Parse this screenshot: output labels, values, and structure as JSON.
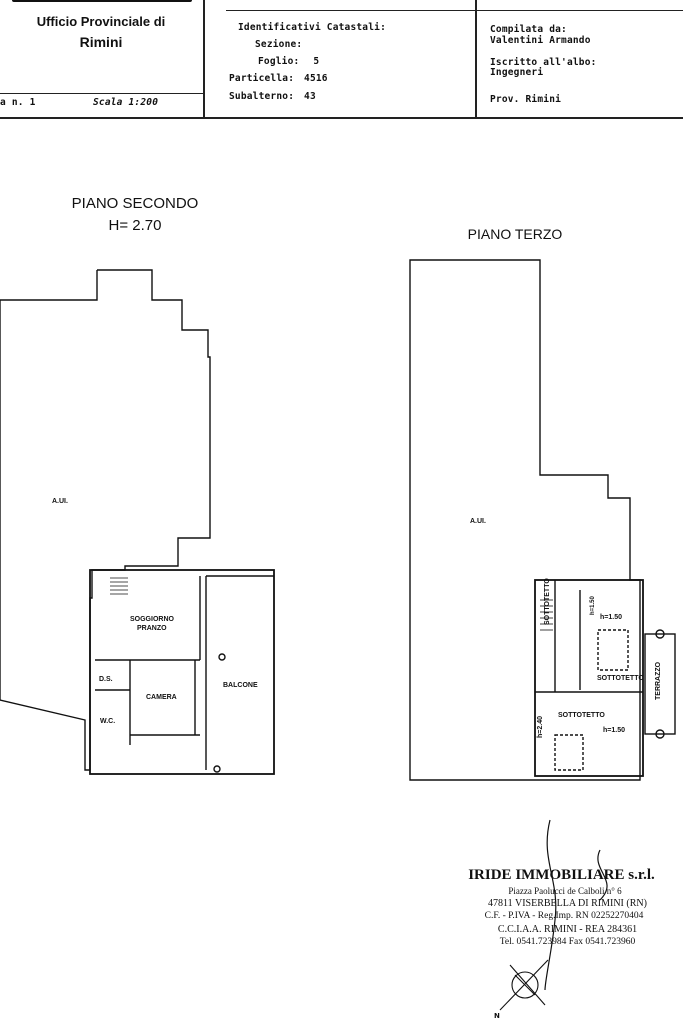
{
  "header": {
    "office_line_top": "Ufficio Provinciale di",
    "office_line_city": "Rimini",
    "sheet_left": "a n. 1",
    "scale": "Scala 1:200",
    "cadastral_title": "Identificativi Catastali:",
    "section_label": "Sezione:",
    "sheet_label": "Foglio:",
    "sheet_value": "5",
    "parcel_label": "Particella:",
    "parcel_value": "4516",
    "sub_label": "Subalterno:",
    "sub_value": "43",
    "compiled_label": "Compilata da:",
    "compiled_value": "Valentini Armando",
    "register_label": "Iscritto all'albo:",
    "register_value": "Ingegneri",
    "province": "Prov. Rimini"
  },
  "floors": {
    "second_title": "PIANO SECONDO",
    "second_height": "H= 2.70",
    "third_title": "PIANO TERZO"
  },
  "rooms": {
    "aui_left": "A.UI.",
    "aui_right": "A.UI.",
    "living_1": "SOGGIORNO",
    "living_2": "PRANZO",
    "ds": "D.S.",
    "camera": "CAMERA",
    "wc": "W.C.",
    "balcone": "BALCONE",
    "sottotetto_vertical": "SOTTOTETTO",
    "h150_a": "h=1.50",
    "sottotetto_mid": "SOTTOTETTO",
    "terrazzo": "TERRAZZO",
    "sottotetto_low": "SOTTOTETTO",
    "h240": "h=2.40",
    "h150_b": "h=1.50",
    "h150_c": "h=1.50"
  },
  "stamp": {
    "company": "IRIDE IMMOBILIARE s.r.l.",
    "address1": "Piazza Paolucci de Calboli n° 6",
    "address2": "47811 VISERBELLA DI RIMINI (RN)",
    "tax": "C.F. - P.IVA - Reg.Imp. RN 02252270404",
    "cciaa": "C.C.I.A.A. RIMINI - REA 284361",
    "phone": "Tel. 0541.723984  Fax 0541.723960"
  },
  "north_label": "N"
}
